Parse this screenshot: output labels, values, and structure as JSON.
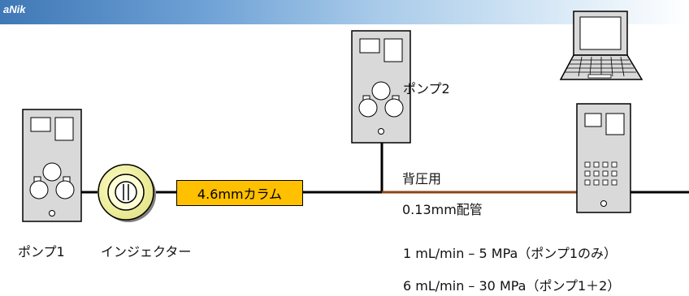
{
  "header": {
    "brand": "aNik",
    "colors": {
      "band_start": "#3f78b6",
      "band_end": "#ffffff"
    }
  },
  "components": {
    "pump1": {
      "label": "ポンプ1",
      "icon": "pump-icon"
    },
    "pump2": {
      "label": "ポンプ2",
      "icon": "pump-icon"
    },
    "injector": {
      "label": "インジェクター",
      "icon": "injector-icon"
    },
    "column": {
      "label": "4.6mmカラム",
      "color": "#ffc000"
    },
    "backpressure": {
      "line1": "背圧用",
      "line2": "0.13mm配管",
      "color": "#8b4513"
    },
    "detector": {
      "icon": "detector-icon"
    },
    "computer": {
      "icon": "laptop-icon"
    }
  },
  "notes": [
    "1 mL/min – 5 MPa（ポンプ1のみ）",
    "6 mL/min – 30 MPa（ポンプ1＋2）"
  ]
}
